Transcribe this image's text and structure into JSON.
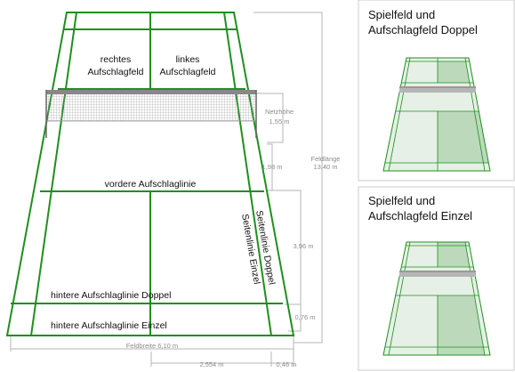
{
  "colors": {
    "court_line": "#1f8f1f",
    "fill_light": "#e6f0e6",
    "fill_medium": "#bcd9bc",
    "net": "#999999",
    "dimension": "#b0b0b0",
    "panel_border": "#cccccc"
  },
  "court": {
    "service_right": [
      "rechtes",
      "Aufschlagfeld"
    ],
    "service_left": [
      "linkes",
      "Aufschlagfeld"
    ],
    "front_service_line": "vordere Aufschlaglinie",
    "side_line_doubles": "Seitenlinie Doppel",
    "side_line_singles": "Seitenlinie Einzel",
    "rear_line_doubles": "hintere Aufschlaglinie Doppel",
    "rear_line_singles": "hintere Aufschlaglinie Einzel"
  },
  "dimensions": {
    "net_height_label": "Netzhöhe",
    "net_height_value": "1,55 m",
    "net_to_service": "1,98 m",
    "court_length_label": "Feldlänge",
    "court_length_value": "13,40 m",
    "service_depth": "3,96 m",
    "back_gap": "0,76 m",
    "court_width": "Feldbreite 6,10 m",
    "half_width": "2,554 m",
    "side_gap": "0,46 m"
  },
  "panels": [
    {
      "title": [
        "Spielfeld und",
        "Aufschlagfeld Doppel"
      ],
      "mode": "doubles"
    },
    {
      "title": [
        "Spielfeld und",
        "Aufschlagfeld Einzel"
      ],
      "mode": "singles"
    }
  ]
}
